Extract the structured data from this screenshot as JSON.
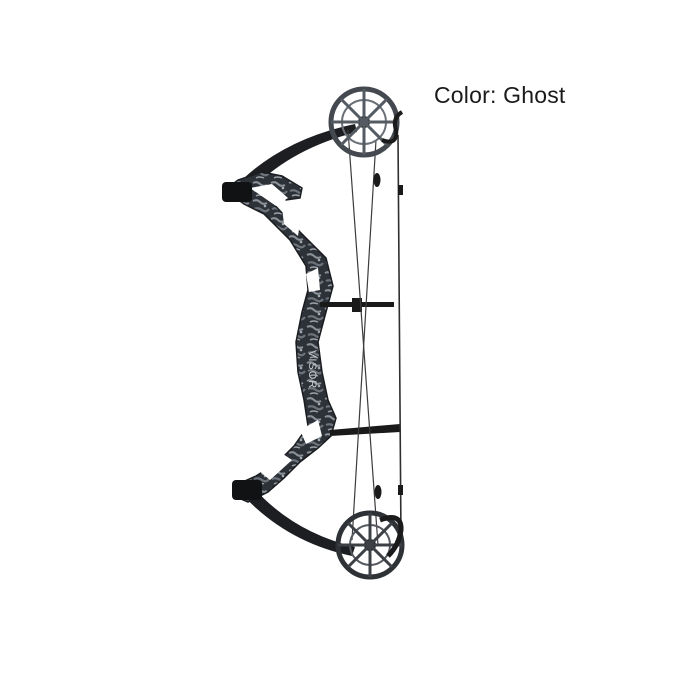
{
  "product": {
    "color_label": "Color: Ghost",
    "riser_text": "VISOR",
    "image_name": "compound-bow-ghost"
  },
  "colors": {
    "background": "#ffffff",
    "riser_dark": "#2b2f35",
    "riser_light": "#7d848c",
    "limb": "#1b1d20",
    "string": "#3a3a3a",
    "cam": "#4a4d52"
  }
}
